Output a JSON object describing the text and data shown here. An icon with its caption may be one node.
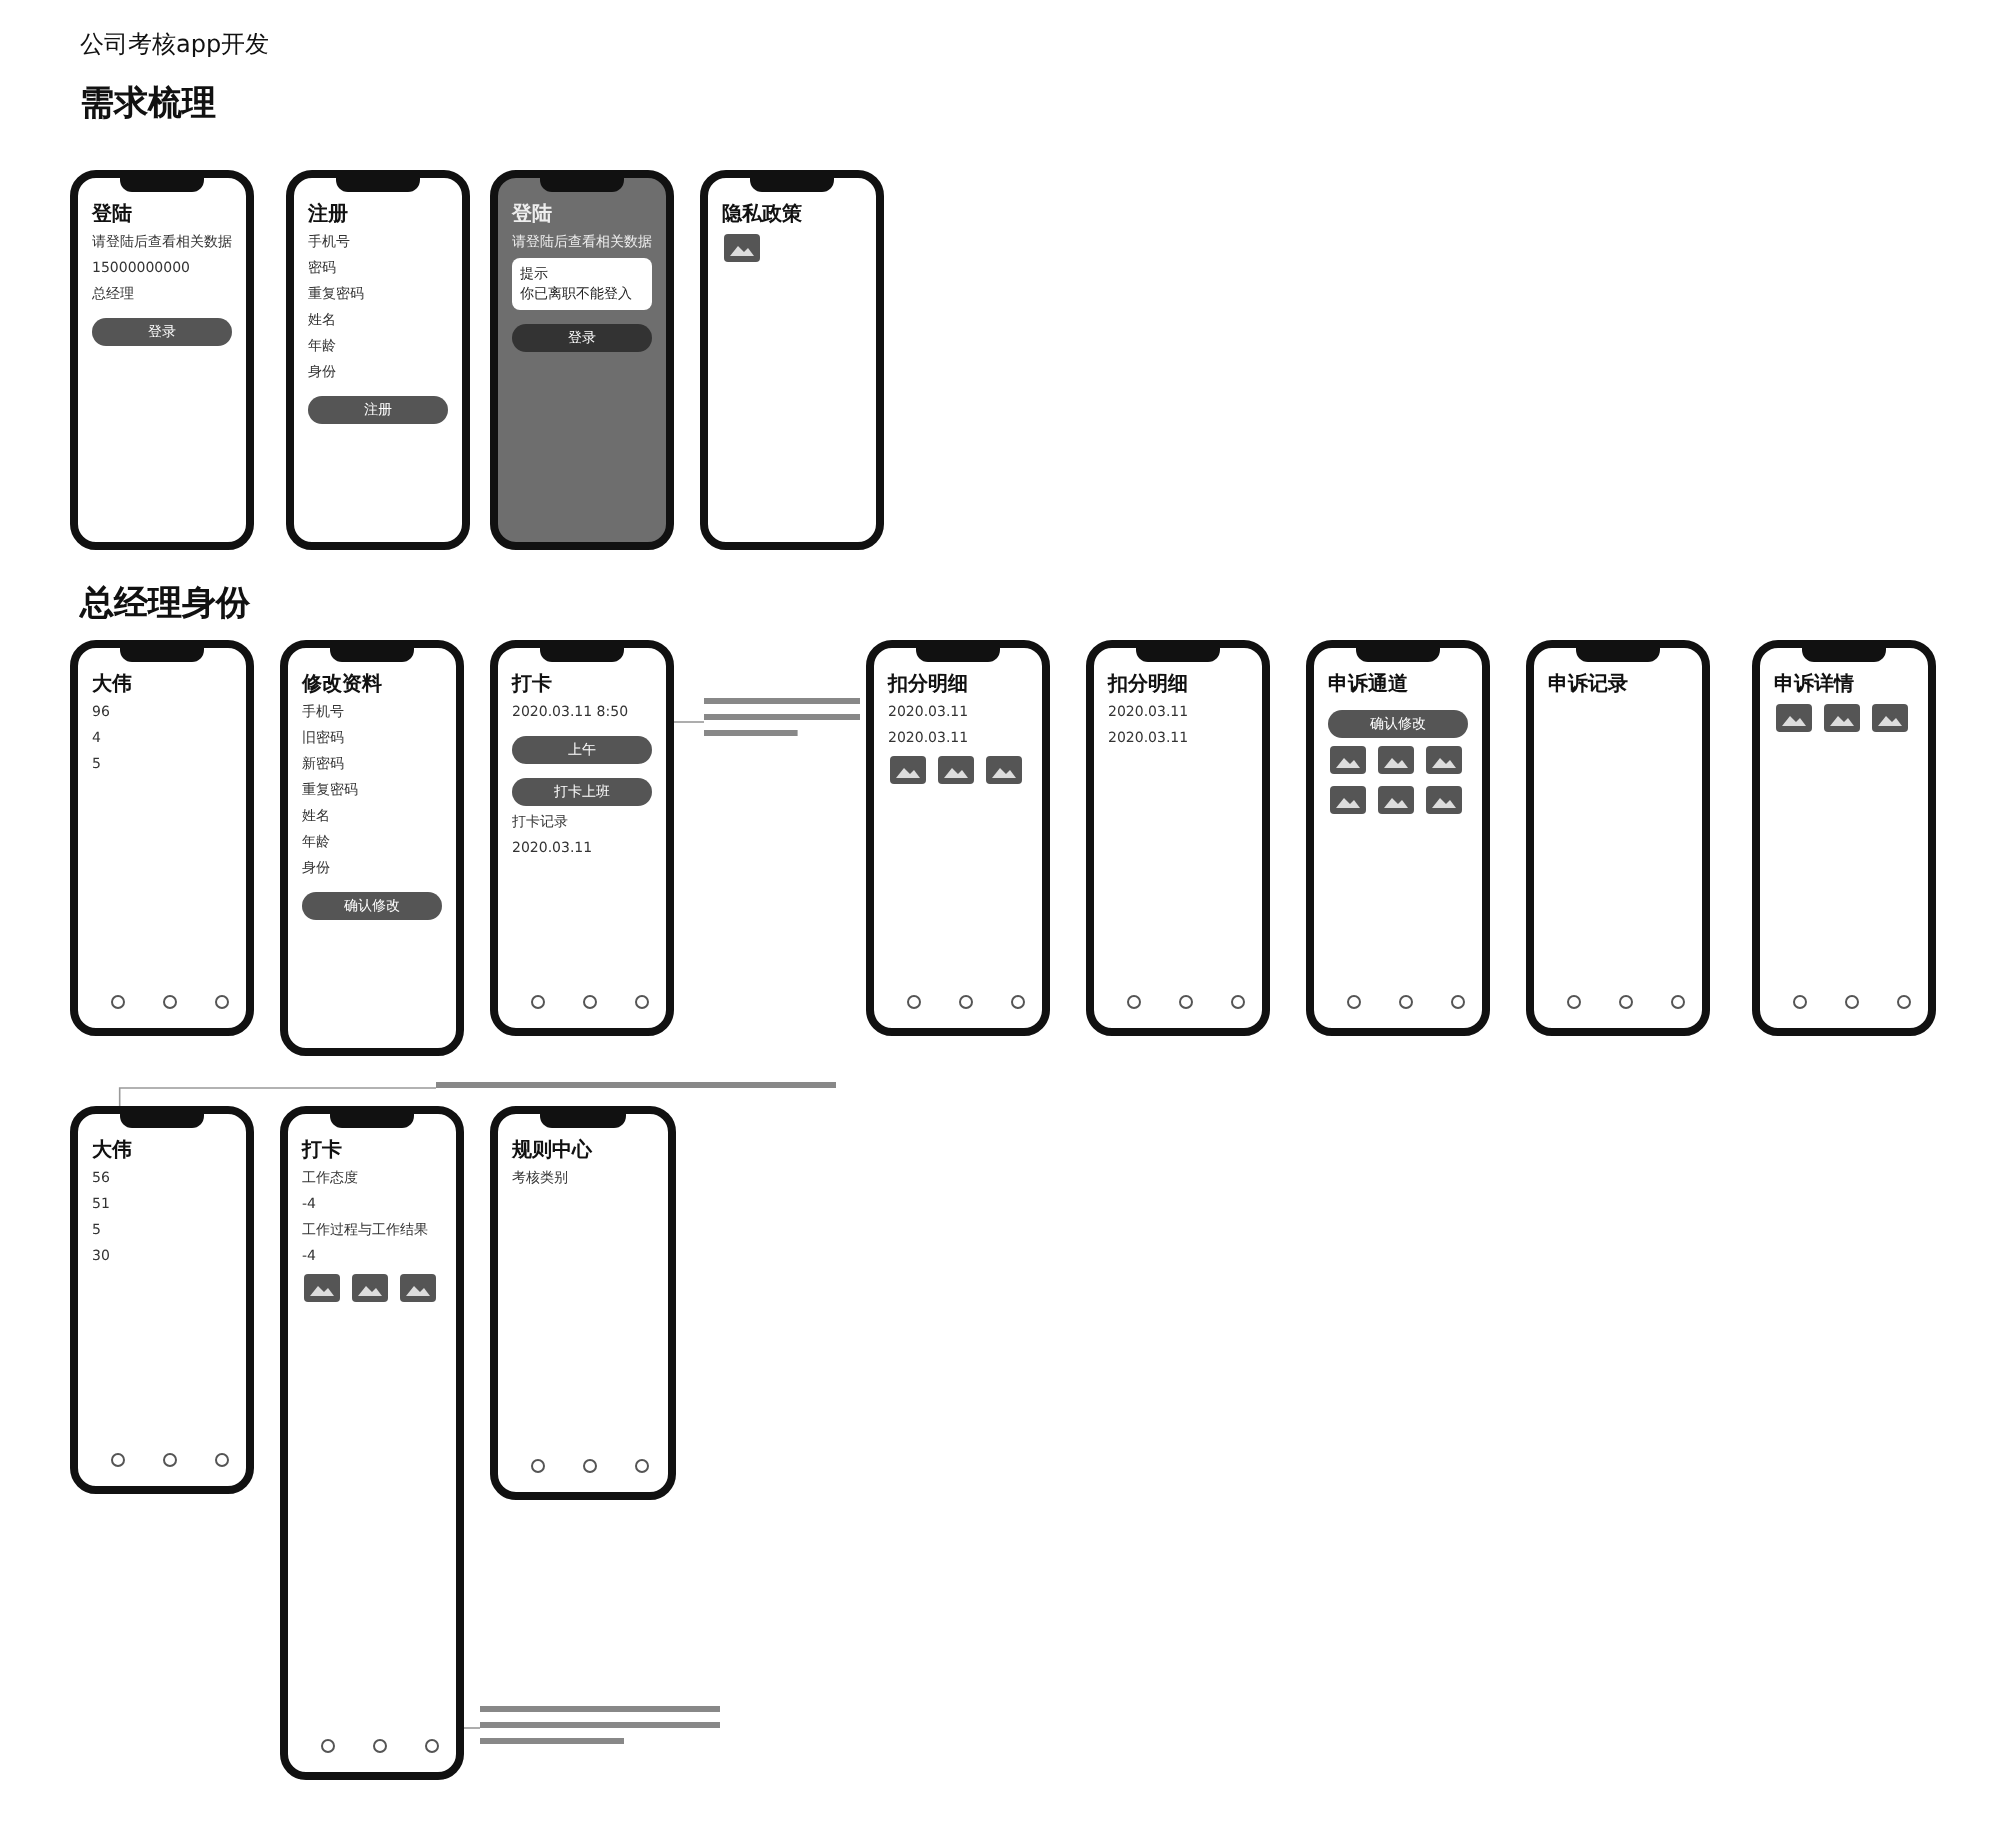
{
  "diagram": {
    "title": "公司考核app开发",
    "nodes": [
      {
        "text": [
          "登陆",
          "请登陆后查看相关数据",
          "15000000000",
          "总经理",
          "登录"
        ]
      },
      {
        "text": [
          "注册",
          "手机号",
          "密码",
          "重复密码",
          "姓名",
          "年龄",
          "身份",
          "注册"
        ]
      },
      {
        "text": [
          "登陆",
          "请登陆后查看相关数据",
          "提示",
          "你已离职不能登入",
          "登录"
        ]
      },
      {
        "text": [
          "隐私政策"
        ]
      },
      {
        "text": [
          "大伟",
          "96",
          "4",
          "5"
        ]
      },
      {
        "text": [
          "修改资料",
          "手机号",
          "旧密码",
          "新密码",
          "重复密码",
          "姓名",
          "年龄",
          "身份",
          "确认修改"
        ]
      },
      {
        "text": [
          "打卡",
          "2020.03.11 8:50",
          "上午",
          "打卡上班",
          "打卡记录",
          "2020.03.11"
        ]
      },
      {
        "text": [
          "扣分明细",
          "2020.03.11",
          "2020.03.11"
        ]
      },
      {
        "text": [
          "扣分明细",
          "2020.03.11",
          "2020.03.11"
        ]
      },
      {
        "text": [
          "申诉通道",
          "确认修改"
        ]
      },
      {
        "text": [
          "申诉记录"
        ]
      },
      {
        "text": [
          "申诉详情"
        ]
      },
      {
        "text": [
          "大伟",
          "56",
          "51",
          "5",
          "30"
        ]
      },
      {
        "text": [
          "打卡",
          "工作态度",
          "-4",
          "工作过程与工作结果",
          "-4"
        ]
      },
      {
        "text": [
          "规则中心",
          "考核类别"
        ]
      },
      {
        "text": [],
        "shape": "box"
      },
      {
        "text": [],
        "shape": "box"
      },
      {
        "text": [],
        "shape": "box"
      }
    ],
    "edges": [
      {
        "from": 15,
        "to": 6,
        "arrow": "none"
      },
      {
        "from": 16,
        "to": 12,
        "arrow": "none"
      },
      {
        "from": 17,
        "to": 13,
        "arrow": "none"
      }
    ],
    "labels": [
      "需求梳理",
      "总经理身份"
    ]
  }
}
